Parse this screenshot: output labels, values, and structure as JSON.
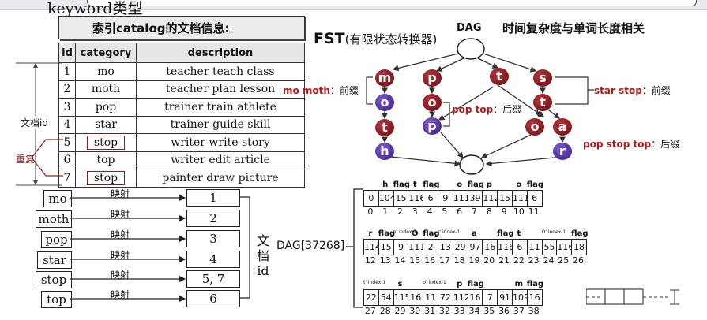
{
  "keyword_label": "keyword类型",
  "index_title": "索引catalog的文档信息:",
  "table": {
    "headers": [
      "id",
      "category",
      "description"
    ],
    "rows": [
      [
        "1",
        "mo",
        "teacher teach class"
      ],
      [
        "2",
        "moth",
        "teacher plan lesson"
      ],
      [
        "3",
        "pop",
        "trainer train athlete"
      ],
      [
        "4",
        "star",
        "trainer guide skill"
      ],
      [
        "5",
        "stop",
        "writer write story"
      ],
      [
        "6",
        "top",
        "writer edit article"
      ],
      [
        "7",
        "stop",
        "painter draw picture"
      ]
    ]
  },
  "side_labels": {
    "doc_id": "文档id",
    "duplicate": "重复"
  },
  "mapping": {
    "keywords": [
      "mo",
      "moth",
      "pop",
      "star",
      "stop",
      "top"
    ],
    "label": "映射",
    "ids": [
      "1",
      "2",
      "3",
      "4",
      "5, 7",
      "6"
    ],
    "group_label": [
      "文",
      "档",
      "id"
    ]
  },
  "fst": {
    "title_fst": "FST",
    "title_rest": "(有限状态转换器)",
    "dag": "DAG",
    "heading": "时间复杂度与单词长度相关",
    "nodes": [
      "m",
      "o",
      "t",
      "h",
      "p",
      "o",
      "p",
      "t",
      "s",
      "t",
      "o",
      "a",
      "r"
    ],
    "notes": {
      "mo_moth": "mo moth",
      "prefix": "：前缀",
      "pop_top": "pop top",
      "suffix": "：后缀",
      "star_stop": "star stop",
      "pop_stop_top": "pop stop top"
    }
  },
  "dag_array": {
    "label": "DAG[37268]",
    "rows": [
      {
        "top": [
          "",
          "h",
          "flag",
          "t",
          "flag",
          "",
          "o",
          "flag",
          "p",
          "",
          "o",
          "flag"
        ],
        "cells": [
          "0",
          "104",
          "15",
          "116",
          "6",
          "9",
          "111",
          "39",
          "112",
          "15",
          "111",
          "6"
        ],
        "idx": [
          "0",
          "1",
          "2",
          "3",
          "4",
          "5",
          "6",
          "7",
          "8",
          "9",
          "10",
          "11"
        ]
      },
      {
        "top": [
          "r",
          "flag",
          "p' index-1",
          "O",
          "flag",
          "r' index-1",
          "",
          "a",
          "",
          "flag",
          "t",
          "",
          "O' index-1",
          "",
          "flag"
        ],
        "cells": [
          "114",
          "15",
          "9",
          "111",
          "2",
          "13",
          "29",
          "97",
          "16",
          "116",
          "6",
          "11",
          "55",
          "116",
          "18"
        ],
        "idx": [
          "12",
          "13",
          "14",
          "15",
          "16",
          "17",
          "18",
          "19",
          "20",
          "21",
          "22",
          "23",
          "24",
          "25",
          "26"
        ]
      },
      {
        "top": [
          "t' index-1",
          "",
          "s",
          "",
          "o' index-1",
          "",
          "p",
          "flag",
          "",
          "",
          "m",
          "flag"
        ],
        "cells": [
          "22",
          "54",
          "115",
          "16",
          "11",
          "72",
          "112",
          "16",
          "7",
          "91",
          "109",
          "16"
        ],
        "idx": [
          "27",
          "28",
          "29",
          "30",
          "31",
          "32",
          "33",
          "34",
          "35",
          "36",
          "37",
          "38"
        ]
      }
    ]
  }
}
